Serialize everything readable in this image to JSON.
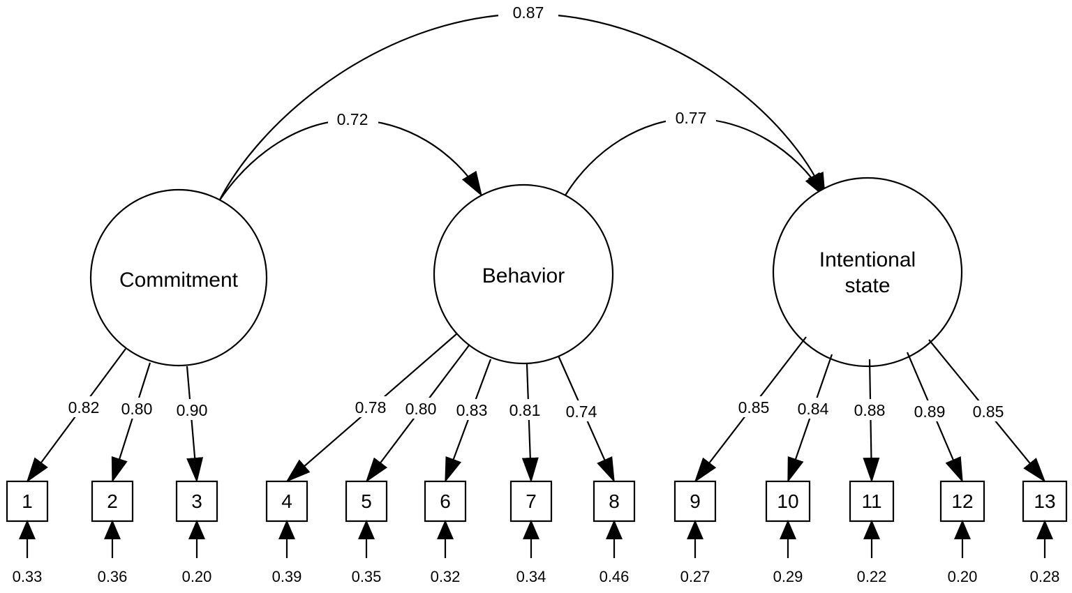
{
  "latent_factors": [
    {
      "id": "commitment",
      "label_lines": [
        "Commitment"
      ]
    },
    {
      "id": "behavior",
      "label_lines": [
        "Behavior"
      ]
    },
    {
      "id": "intentional",
      "label_lines": [
        "Intentional",
        "state"
      ]
    }
  ],
  "correlations": [
    {
      "from": "commitment",
      "to": "behavior",
      "value": "0.72"
    },
    {
      "from": "behavior",
      "to": "intentional",
      "value": "0.77"
    },
    {
      "from": "commitment",
      "to": "intentional",
      "value": "0.87"
    }
  ],
  "indicators": [
    {
      "label": "1",
      "factor": "commitment",
      "loading": "0.82",
      "error": "0.33"
    },
    {
      "label": "2",
      "factor": "commitment",
      "loading": "0.80",
      "error": "0.36"
    },
    {
      "label": "3",
      "factor": "commitment",
      "loading": "0.90",
      "error": "0.20"
    },
    {
      "label": "4",
      "factor": "behavior",
      "loading": "0.78",
      "error": "0.39"
    },
    {
      "label": "5",
      "factor": "behavior",
      "loading": "0.80",
      "error": "0.35"
    },
    {
      "label": "6",
      "factor": "behavior",
      "loading": "0.83",
      "error": "0.32"
    },
    {
      "label": "7",
      "factor": "behavior",
      "loading": "0.81",
      "error": "0.34"
    },
    {
      "label": "8",
      "factor": "behavior",
      "loading": "0.74",
      "error": "0.46"
    },
    {
      "label": "9",
      "factor": "intentional",
      "loading": "0.85",
      "error": "0.27"
    },
    {
      "label": "10",
      "factor": "intentional",
      "loading": "0.84",
      "error": "0.29"
    },
    {
      "label": "11",
      "factor": "intentional",
      "loading": "0.88",
      "error": "0.22"
    },
    {
      "label": "12",
      "factor": "intentional",
      "loading": "0.89",
      "error": "0.20"
    },
    {
      "label": "13",
      "factor": "intentional",
      "loading": "0.85",
      "error": "0.28"
    }
  ]
}
